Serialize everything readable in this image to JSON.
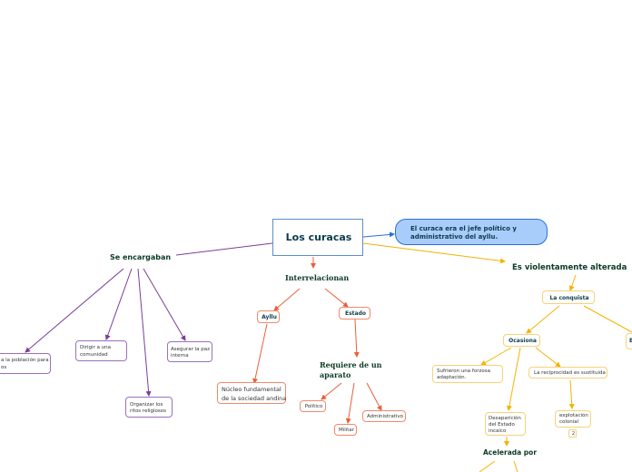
{
  "central": {
    "title": "Los curacas"
  },
  "info_callout": {
    "text_line1": "El curaca era el jefe político y",
    "text_line2": "administrativo del ayllu."
  },
  "left_branch": {
    "label": "Se encargaban",
    "items": [
      {
        "line1": "a la población para",
        "line2": "os"
      },
      {
        "line1": "Dirigir a una",
        "line2": "comunidad"
      },
      {
        "line1": "Organizar los",
        "line2": "ritos religiosos"
      },
      {
        "line1": "Asegurar la paz",
        "line2": "interna"
      }
    ]
  },
  "middle_branch": {
    "label": "Interrelacionan",
    "ayllu": "Ayllu",
    "ayllu_desc_line1": "Núcleo fundamental",
    "ayllu_desc_line2": "de la sociedad andina",
    "estado": "Estado",
    "requiere_line1": "Requiere de un",
    "requiere_line2": "aparato",
    "politico": "Político",
    "militar": "Militar",
    "administrativo": "Administrativo"
  },
  "right_branch": {
    "label": "Es violentamente alterada",
    "conquista": "La conquista",
    "ocasiona": "Ocasiona",
    "sufrieron_line1": "Sufrieron una forzosa",
    "sufrieron_line2": "adaptación.",
    "reciprocidad": "La reciprocidad es sustituida",
    "desaparicion_line1": "Desaparición",
    "desaparicion_line2": "del Estado",
    "desaparicion_line3": "incaico",
    "explotacion_line1": "explotación",
    "explotacion_line2": "colonial",
    "explotacion_count": "2",
    "acelerada": "Acelerada por",
    "cut_letter": "E"
  },
  "colors": {
    "purple": "#7b3f98",
    "purple_border": "#9b6fc0",
    "orange": "#e8603c",
    "orange_border": "#f08a6a",
    "yellow": "#f2b400",
    "yellow_border": "#f5d27a",
    "blue": "#2a6fd6",
    "callout_fill": "#a9cdfb",
    "callout_border": "#2a6fd6",
    "dark_text": "#0b3b4a",
    "green_text": "#0b3a25"
  }
}
